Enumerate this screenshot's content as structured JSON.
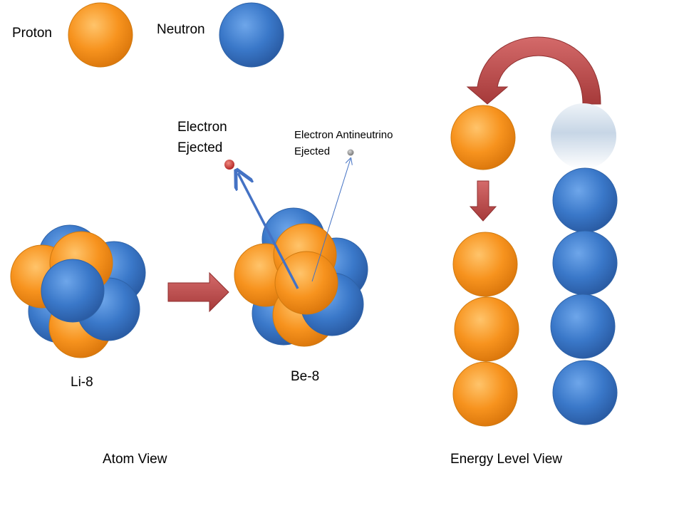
{
  "legend": {
    "proton_label": "Proton",
    "neutron_label": "Neutron"
  },
  "atom_view": {
    "parent_label": "Li-8",
    "daughter_label": "Be-8",
    "electron_line1": "Electron",
    "electron_line2": "Ejected",
    "antineutrino_line1": "Electron Antineutrino",
    "antineutrino_line2": "Ejected",
    "caption": "Atom View"
  },
  "energy_view": {
    "caption": "Energy Level View",
    "proton_column_count": 3,
    "neutron_column_count": 4
  },
  "colors": {
    "proton": "#f7931e",
    "neutron": "#3a78c9",
    "arrow": "#b84a4a",
    "emission_arrow": "#4472c4",
    "electron": "#c0392b",
    "antineutrino": "#888888",
    "vacancy": "#d6e2ee"
  }
}
